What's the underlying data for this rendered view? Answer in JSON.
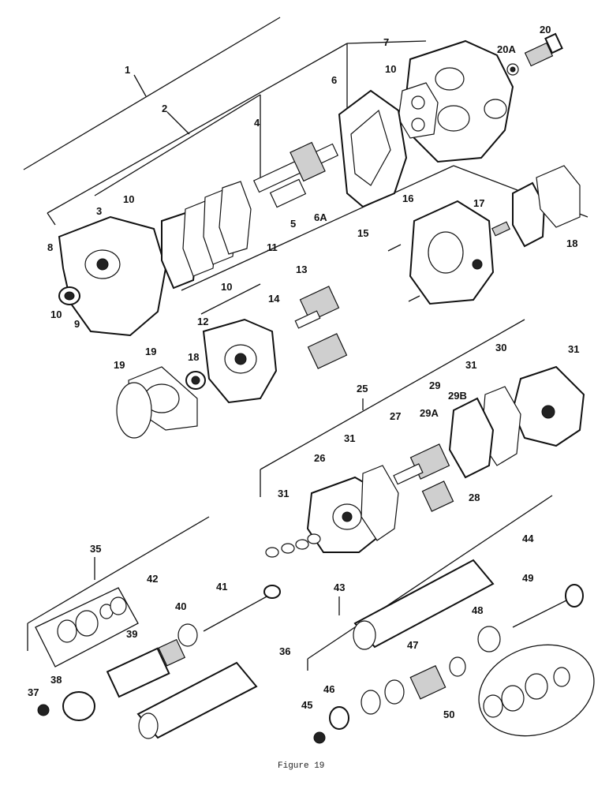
{
  "figure": {
    "caption": "Figure 19",
    "callouts": {
      "c1": "1",
      "c2": "2",
      "c3": "3",
      "c4": "4",
      "c5": "5",
      "c6": "6",
      "c6a": "6A",
      "c7": "7",
      "c8": "8",
      "c9": "9",
      "c10a": "10",
      "c10b": "10",
      "c10c": "10",
      "c10d": "10",
      "c11": "11",
      "c12": "12",
      "c13": "13",
      "c14": "14",
      "c15": "15",
      "c16": "16",
      "c17": "17",
      "c18a": "18",
      "c18b": "18",
      "c19a": "19",
      "c19b": "19",
      "c20": "20",
      "c20a": "20A",
      "c25": "25",
      "c26": "26",
      "c27": "27",
      "c28": "28",
      "c29": "29",
      "c29a": "29A",
      "c29b": "29B",
      "c30": "30",
      "c31a": "31",
      "c31b": "31",
      "c31c": "31",
      "c31d": "31",
      "c35": "35",
      "c36": "36",
      "c37": "37",
      "c38": "38",
      "c39": "39",
      "c40": "40",
      "c41": "41",
      "c42": "42",
      "c43": "43",
      "c44": "44",
      "c45": "45",
      "c46": "46",
      "c47": "47",
      "c48": "48",
      "c49": "49",
      "c50": "50"
    }
  }
}
